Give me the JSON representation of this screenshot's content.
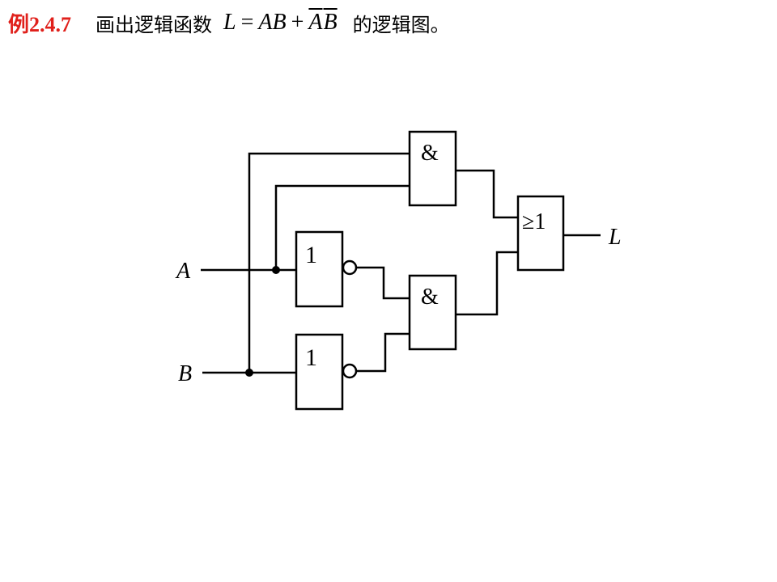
{
  "header": {
    "example_label": "例2.4.7",
    "instruction": "画出逻辑函数",
    "formula": {
      "output": "L",
      "equals": "=",
      "term1": "AB",
      "plus": "+",
      "term2_a": "A",
      "term2_b": "B"
    },
    "suffix": "的逻辑图。"
  },
  "diagram": {
    "input_a": "A",
    "input_b": "B",
    "output_l": "L",
    "and_gate_top_symbol": "&",
    "and_gate_bottom_symbol": "&",
    "not_gate_a_symbol": "1",
    "not_gate_b_symbol": "1",
    "or_gate_symbol": "≥1"
  }
}
